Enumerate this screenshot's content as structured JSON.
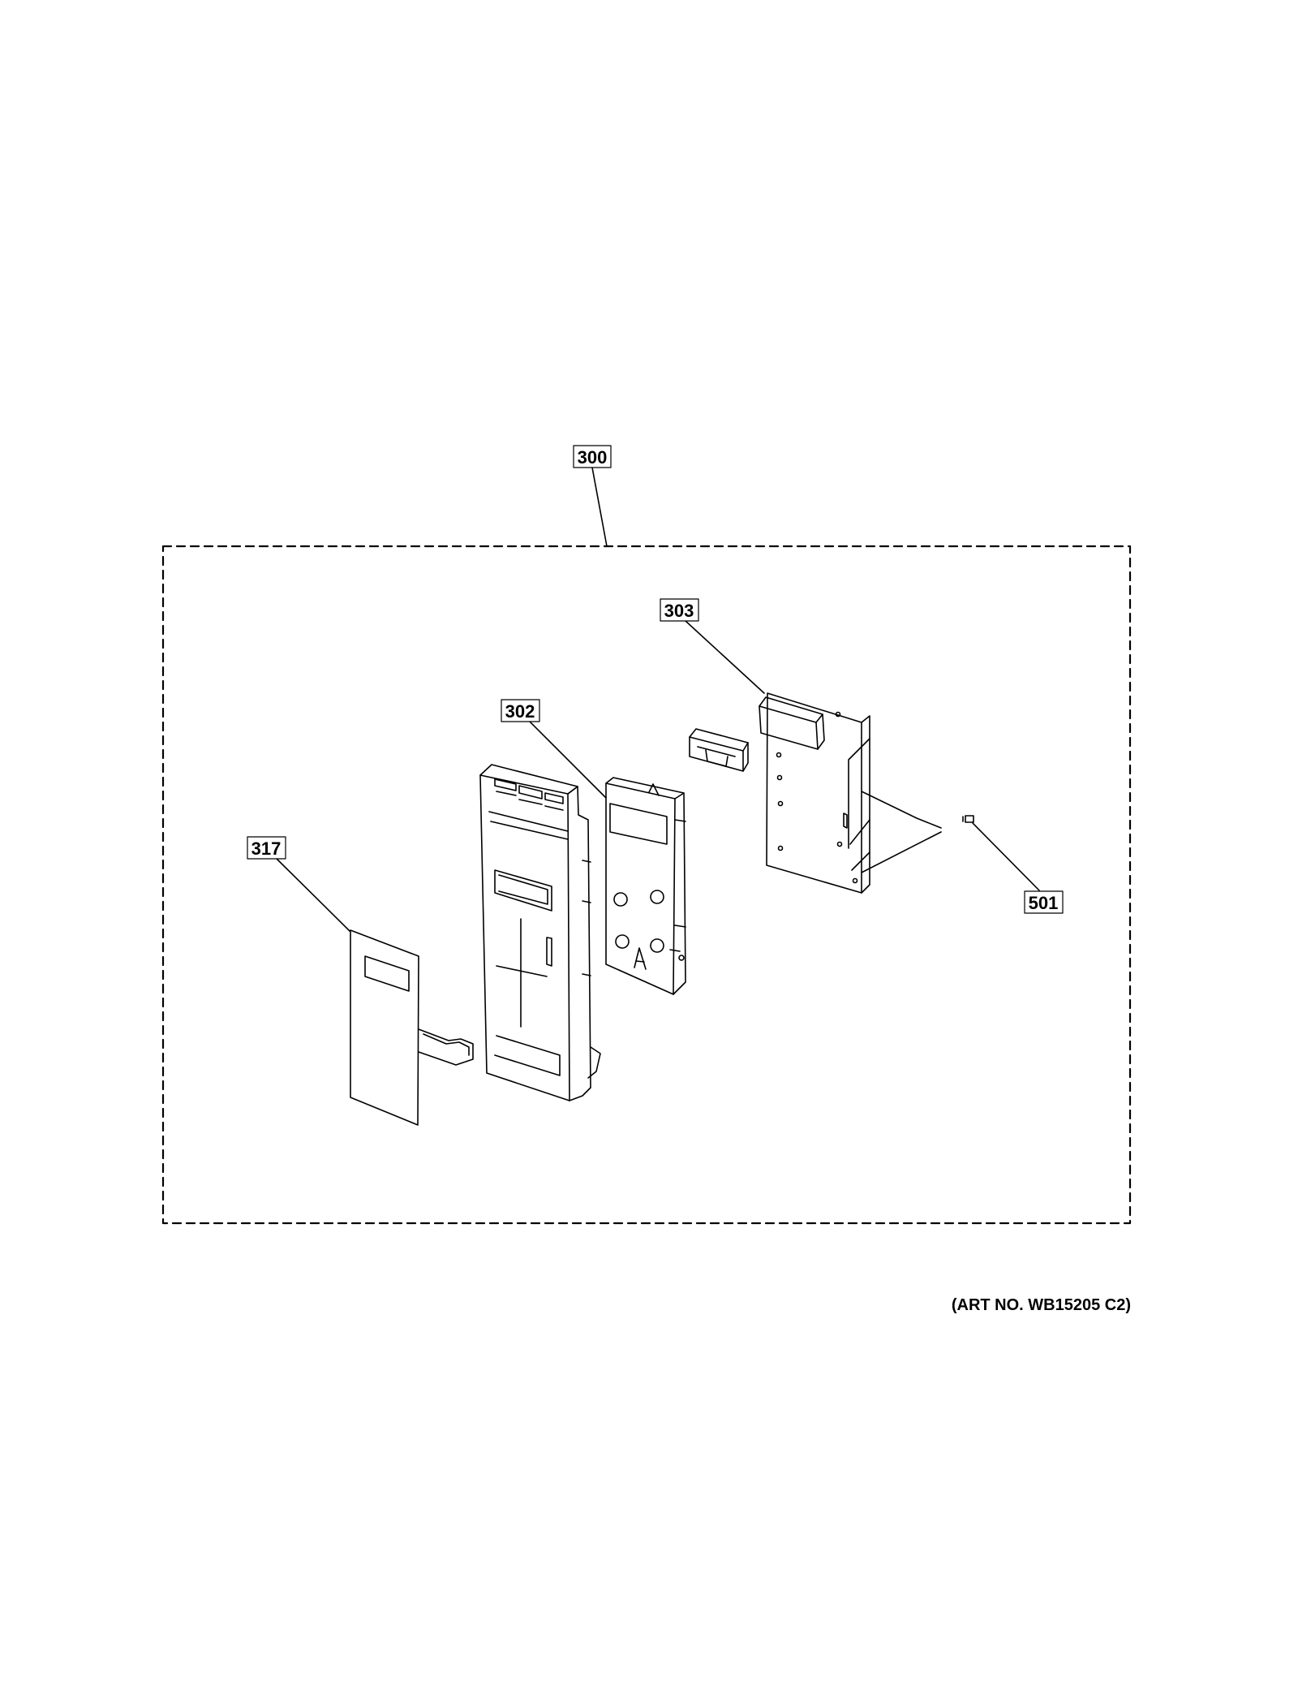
{
  "diagram": {
    "callouts": [
      {
        "id": "300",
        "label": "300"
      },
      {
        "id": "303",
        "label": "303"
      },
      {
        "id": "302",
        "label": "302"
      },
      {
        "id": "317",
        "label": "317"
      },
      {
        "id": "501",
        "label": "501"
      }
    ],
    "art_number": "(ART NO. WB15205 C2)"
  }
}
